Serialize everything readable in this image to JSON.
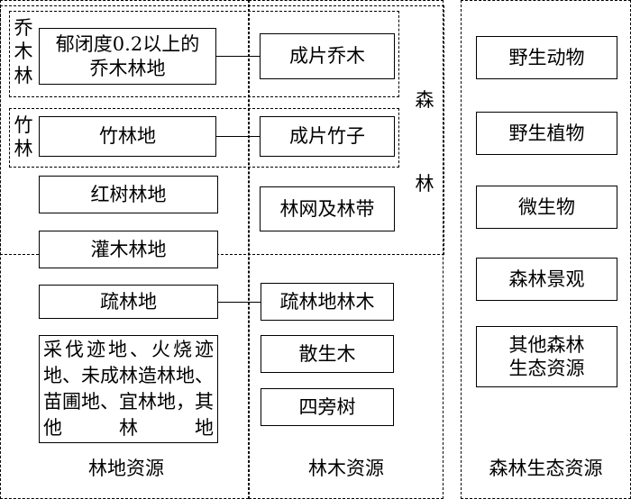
{
  "columns": {
    "woodland": {
      "caption": "林地资源"
    },
    "trees": {
      "caption": "林木资源"
    },
    "ecology": {
      "caption": "森林生态资源"
    }
  },
  "forest_group": {
    "label_top": "森",
    "label_bottom": "林"
  },
  "arbor_group": {
    "side_label": "乔\n木\n林",
    "land": "郁闭度0.2以上的\n乔木林地",
    "tree": "成片乔木"
  },
  "bamboo_group": {
    "side_label": "竹\n林",
    "land": "竹林地",
    "tree": "成片竹子"
  },
  "mangrove": {
    "land": "红树林地"
  },
  "shrub": {
    "land": "灌木林地"
  },
  "forest_net": {
    "tree": "林网及林带"
  },
  "sparse": {
    "land": "疏林地",
    "tree": "疏林地林木"
  },
  "other_land": {
    "text": "采伐迹地、火烧迹地、未成林造林地、苗圃地、宜林地，其他林地"
  },
  "scattered": {
    "tree": "散生木"
  },
  "roadside": {
    "tree": "四旁树"
  },
  "ecology_items": [
    "野生动物",
    "野生植物",
    "微生物",
    "森林景观",
    "其他森林\n生态资源"
  ]
}
